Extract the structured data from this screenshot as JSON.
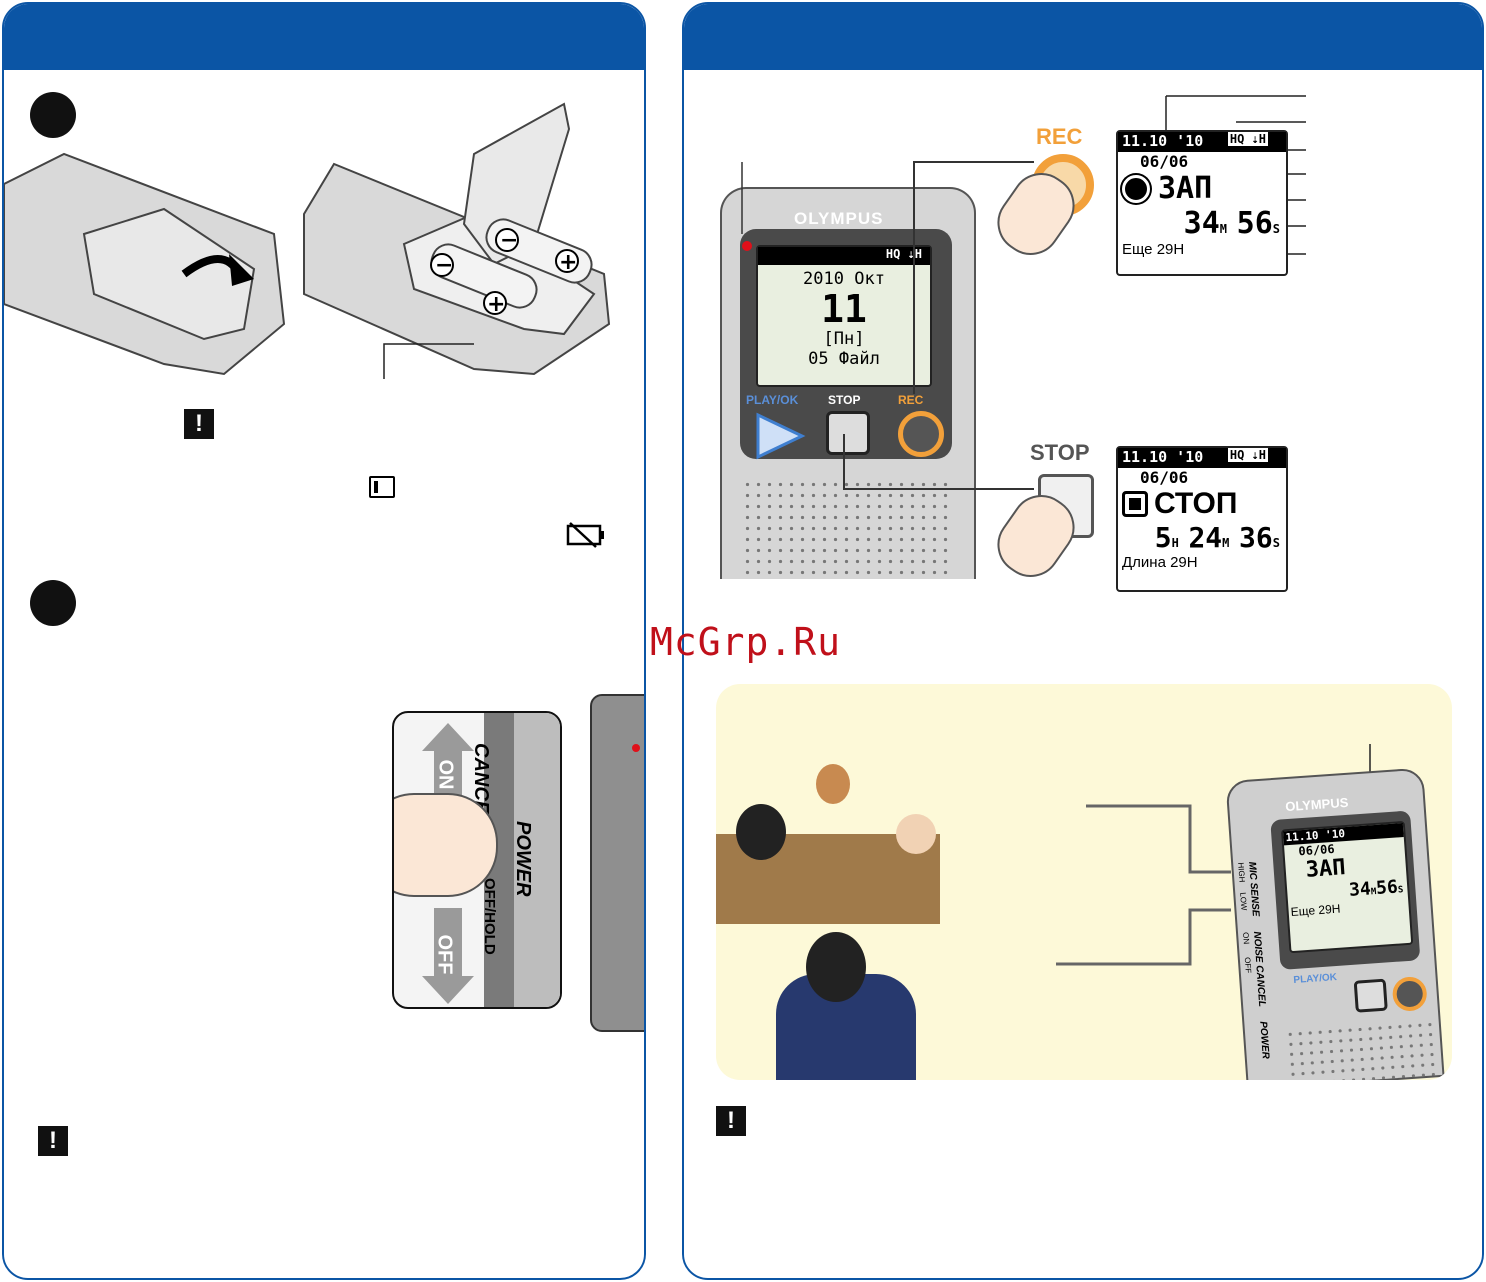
{
  "left": {
    "device_bottom_screen": {
      "l1": "2010 Окт",
      "l2": "11",
      "l3": "[ Пн ]",
      "l4": "05 Файл"
    },
    "switch_on": "ON",
    "switch_off": "OFF",
    "power_label": "POWER",
    "cancel_label": "CANCEL",
    "hold_label": "OFF/HOLD"
  },
  "right": {
    "rec_label": "REC",
    "stop_label": "STOP",
    "brand": "OLYMPUS",
    "playok_label": "PLAY/OK",
    "device_lcd": {
      "l1": "2010 Окт",
      "l2": "11",
      "l3": "[Пн]",
      "l4": "05 Файл",
      "top": "HQ ⇣H"
    },
    "rec_lcd": {
      "date": "11.10 '10",
      "mode": "HQ ⇣H",
      "file": "06/06",
      "state": "ЗАП",
      "time_m": "34",
      "time_s": "56",
      "remain": "Еще 29H"
    },
    "stop_lcd": {
      "date": "11.10 '10",
      "mode": "HQ ⇣H",
      "file": "06/06",
      "state": "СТОП",
      "time_h": "5",
      "time_m": "24",
      "time_s": "36",
      "remain": "Длина 29H"
    },
    "side_device": {
      "mic_sense": "MIC SENSE",
      "noise": "NOISE CANCEL",
      "power": "POWER",
      "high": "HIGH",
      "low": "LOW",
      "on": "ON",
      "off": "OFF"
    }
  },
  "watermark": "McGrp.Ru",
  "colors": {
    "accent_blue": "#0b55a5",
    "rec_orange": "#f2a03a",
    "cream": "#fdf9d8",
    "watermark": "#c0101a"
  }
}
